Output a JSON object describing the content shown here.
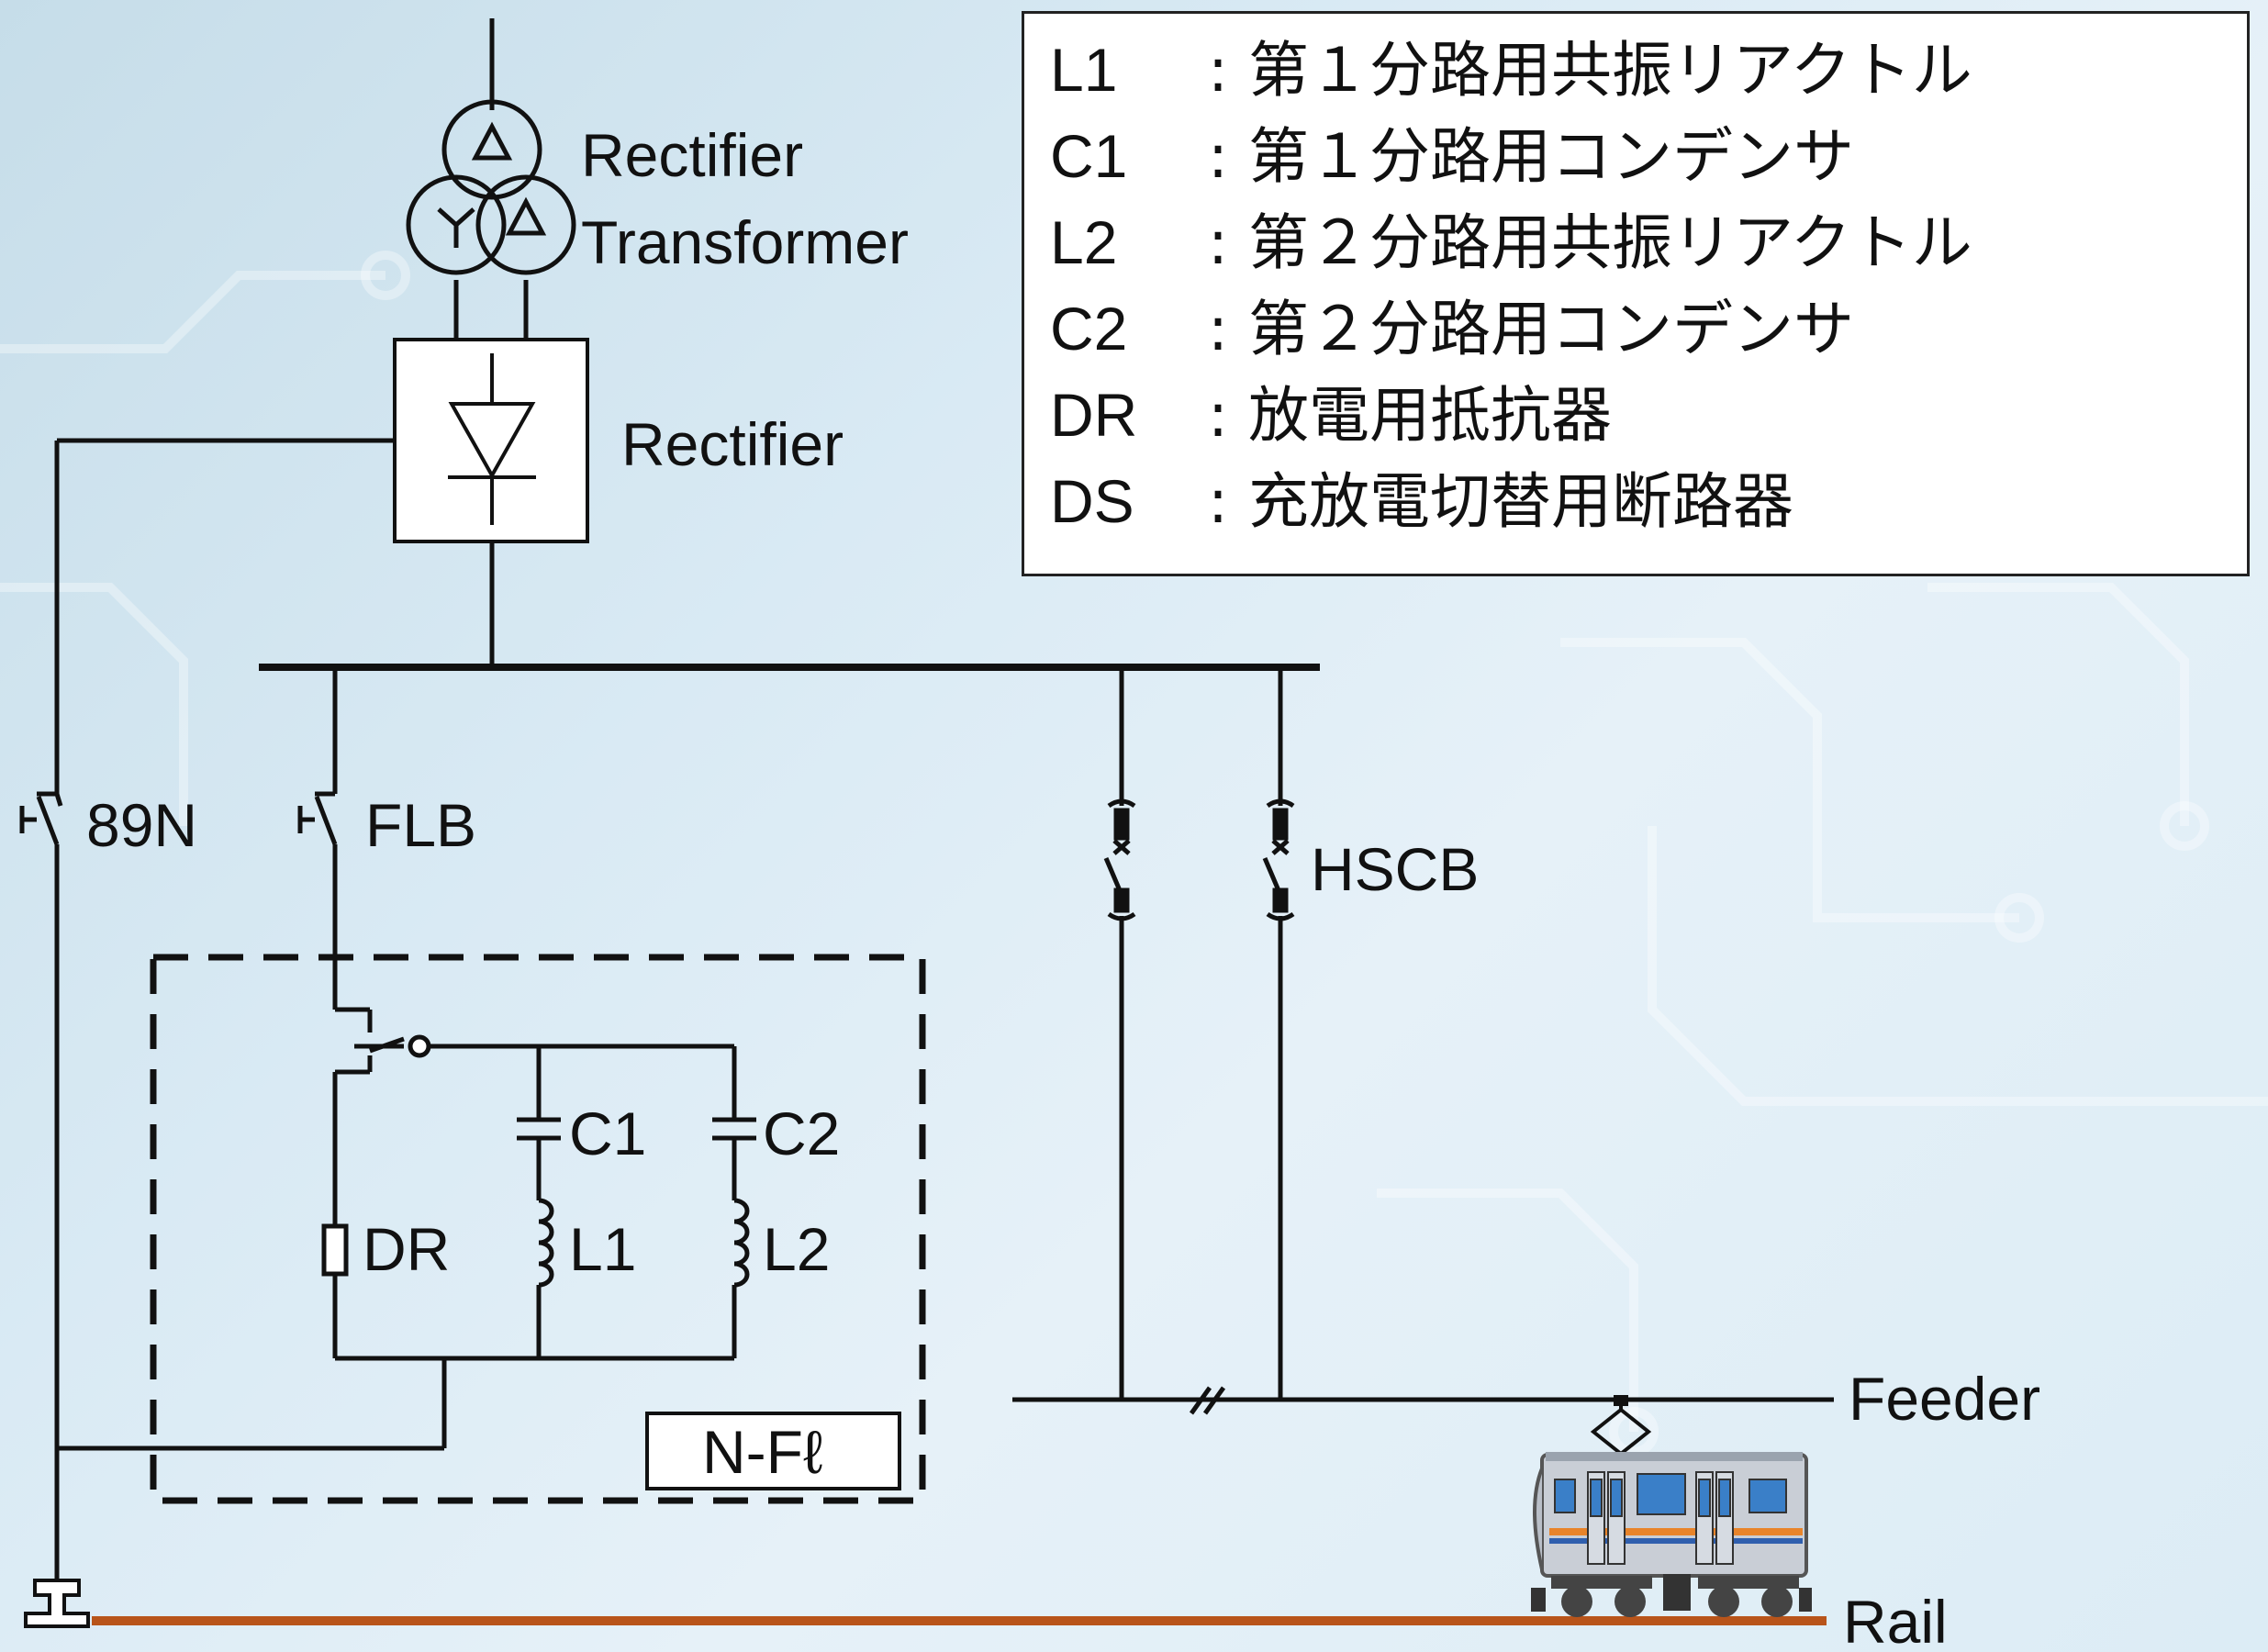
{
  "diagram": {
    "transformer_label_line1": "Rectifier",
    "transformer_label_line2": "Transformer",
    "rectifier_label": "Rectifier",
    "switch_89n": "89N",
    "switch_flb": "FLB",
    "breaker_hscb": "HSCB",
    "cap_c1": "C1",
    "cap_c2": "C2",
    "res_dr": "DR",
    "ind_l1": "L1",
    "ind_l2": "L2",
    "nfl_box": "N-Fℓ",
    "feeder": "Feeder",
    "rail": "Rail"
  },
  "legend": [
    {
      "code": "L1",
      "desc": "第１分路用共振リアクトル"
    },
    {
      "code": "C1",
      "desc": "第１分路用コンデンサ"
    },
    {
      "code": "L2",
      "desc": "第２分路用共振リアクトル"
    },
    {
      "code": "C2",
      "desc": "第２分路用コンデンサ"
    },
    {
      "code": "DR",
      "desc": "放電用抵抗器"
    },
    {
      "code": "DS",
      "desc": "充放電切替用断路器"
    }
  ],
  "colors": {
    "wire": "#111111",
    "rail": "#b8541a",
    "background": "#d9eaf4",
    "train_body": "#c9ced6",
    "train_window": "#3a7fc8",
    "train_stripe_orange": "#e8842a",
    "train_stripe_blue": "#2f5fae"
  }
}
